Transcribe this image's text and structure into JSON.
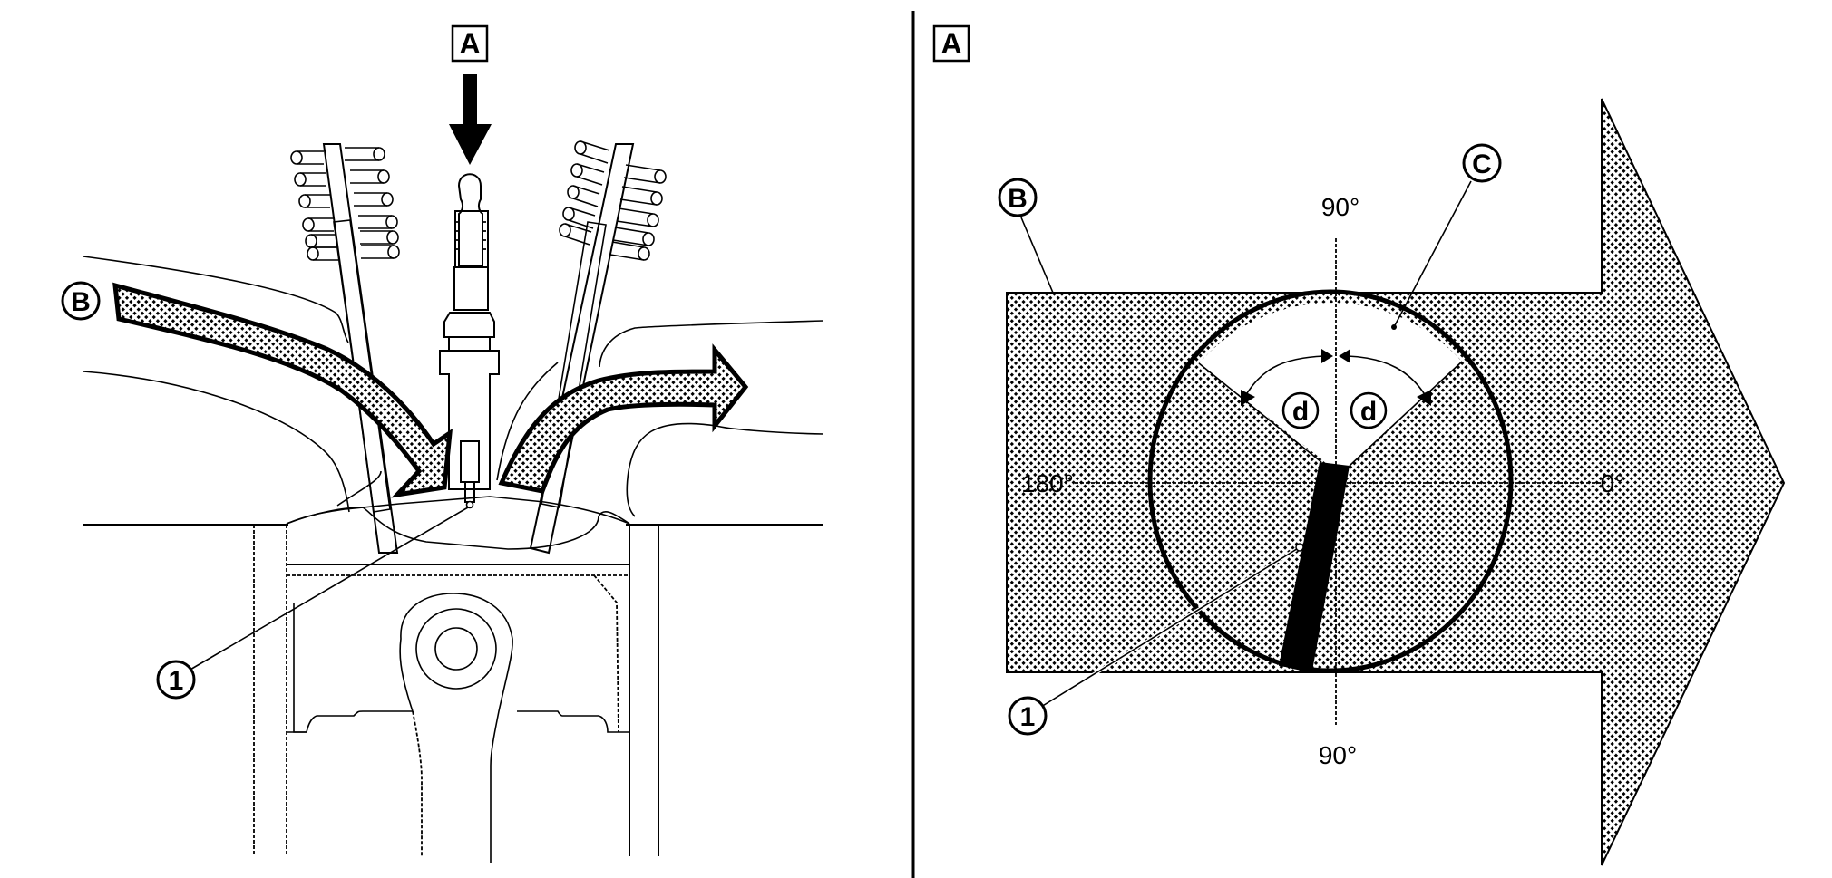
{
  "figure": {
    "left_panel": {
      "view_marker": "A",
      "callouts": {
        "intake_flow": "B",
        "spark_plug_tip": "1"
      }
    },
    "right_panel": {
      "view_marker": "A",
      "callouts": {
        "flow_direction": "B",
        "open_sector": "C",
        "ground_electrode": "1",
        "angle_left": "d",
        "angle_right": "d"
      },
      "angle_labels": {
        "top": "90°",
        "bottom": "90°",
        "left": "180°",
        "right": "0°"
      }
    },
    "colors": {
      "ink": "#000000",
      "background": "#ffffff",
      "hatch": "#000000"
    }
  }
}
